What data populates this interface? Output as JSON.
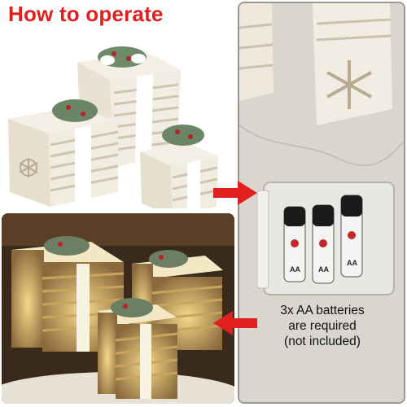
{
  "title": "How to operate",
  "caption": {
    "line1": "3x AA batteries",
    "line2": "are required",
    "line3": "(not included)"
  },
  "battery_label": "AA",
  "colors": {
    "accent": "#e0201f",
    "glow": "#f6d98a",
    "box": "#efe9dc"
  },
  "icons": [
    "right-arrow-icon",
    "left-arrow-icon",
    "snowflake-icon",
    "battery-icon"
  ]
}
